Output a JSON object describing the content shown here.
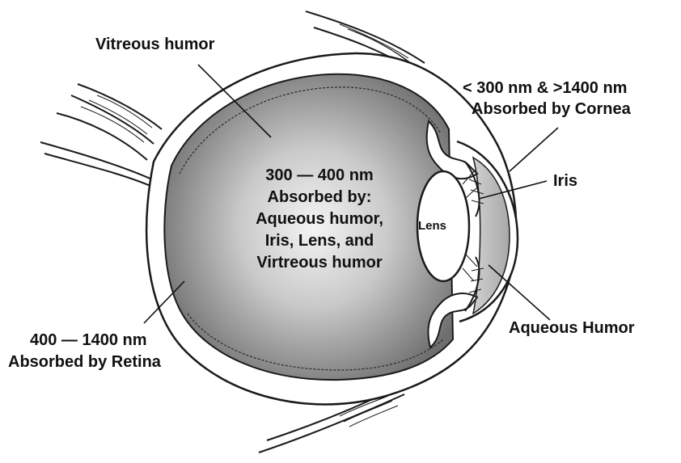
{
  "labels": {
    "vitreous": "Vitreous humor",
    "cornea_line1": "< 300 nm & >1400 nm",
    "cornea_line2": "Absorbed by Cornea",
    "iris": "Iris",
    "center_line1": "300 — 400 nm",
    "center_line2": "Absorbed by:",
    "center_line3": "Aqueous humor,",
    "center_line4": "Iris, Lens, and",
    "center_line5": "Virtreous humor",
    "lens": "Lens",
    "retina_line1": "400 — 1400 nm",
    "retina_line2": "Absorbed by Retina",
    "aqueous": "Aqueous Humor"
  },
  "colors": {
    "outline": "#1a1a1a",
    "vitreous_center": "#f4f4f4",
    "vitreous_edge": "#6e6e6e",
    "aqueous_fill": "#b9b9b9",
    "lens_fill": "#ffffff"
  }
}
